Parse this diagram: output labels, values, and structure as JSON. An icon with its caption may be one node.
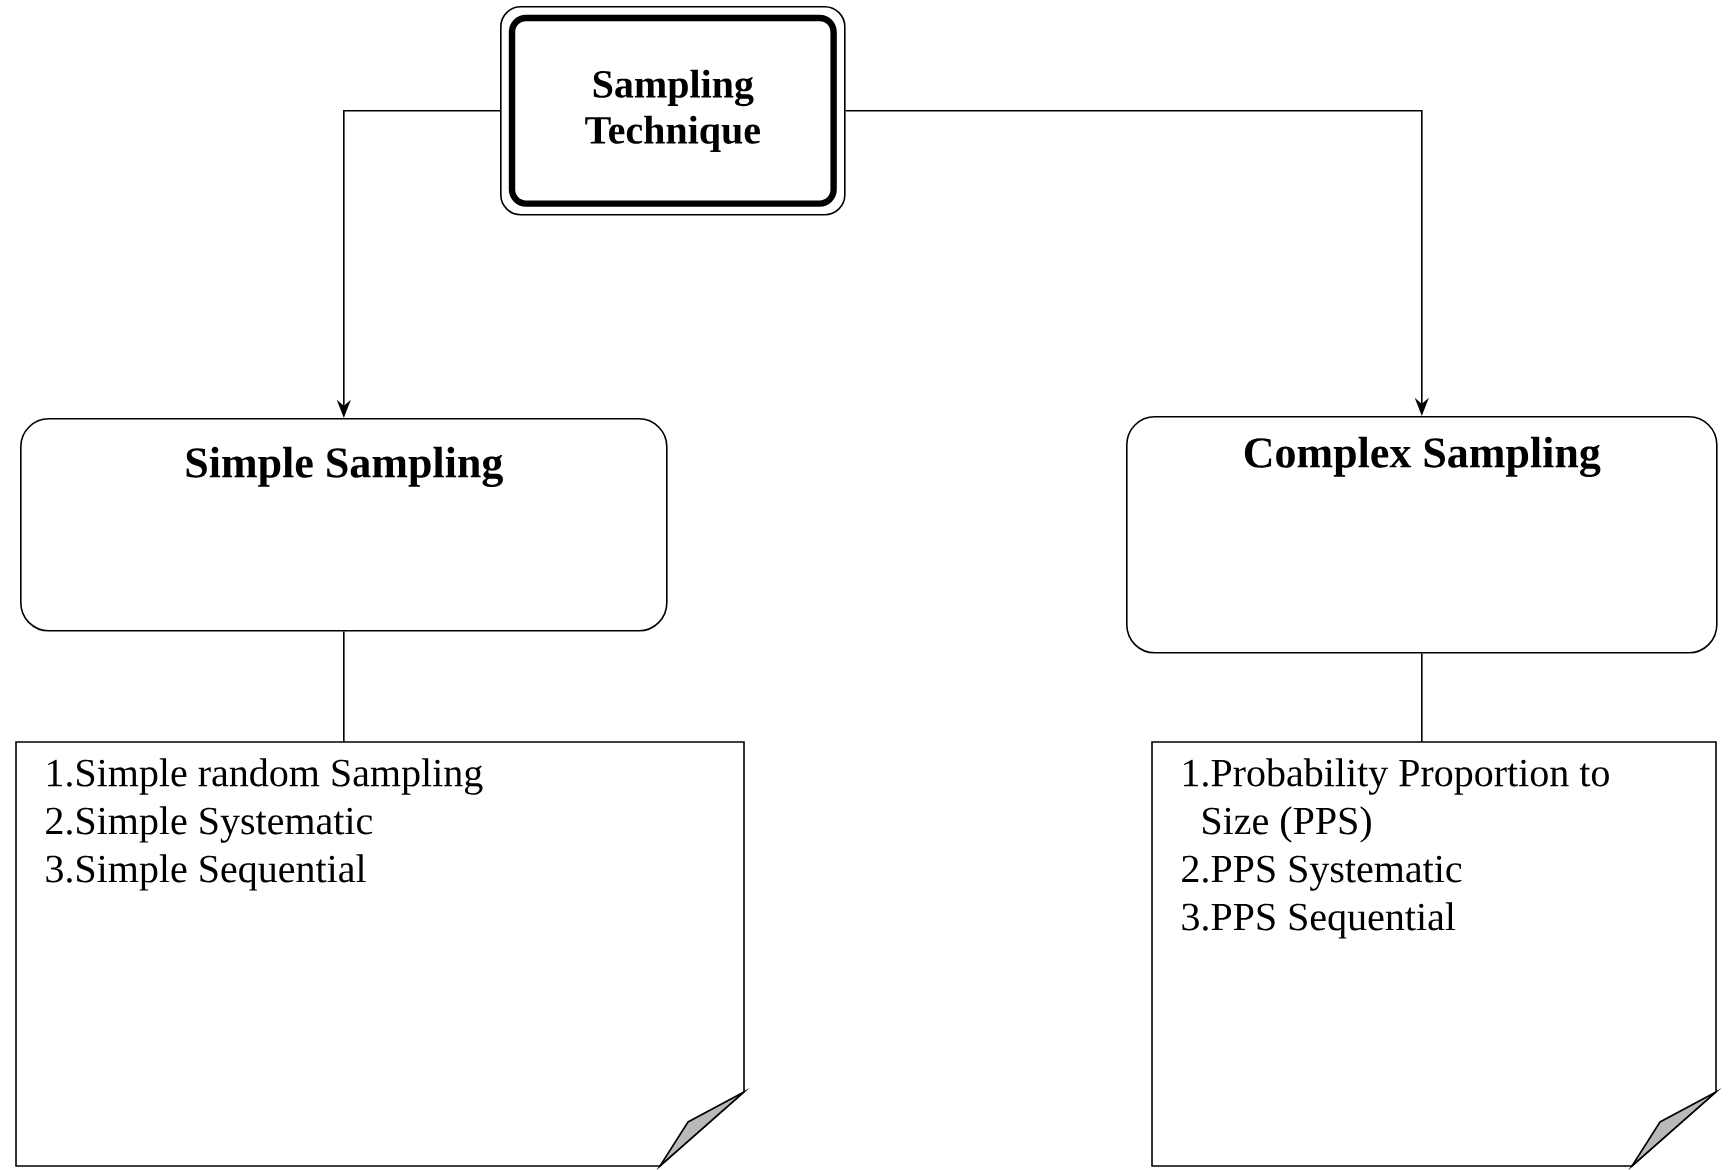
{
  "diagram": {
    "nodes": [
      {
        "text": [
          "Sampling Technique"
        ]
      },
      {
        "text": [
          "Simple Sampling"
        ]
      },
      {
        "text": [
          "Complex Sampling"
        ]
      },
      {
        "text": [
          "1.Simple random Sampling",
          "2.Simple Systematic",
          "3.Simple Sequential"
        ]
      },
      {
        "text": [
          "1.Probability Proportion to Size (PPS)",
          "2.PPS Systematic",
          "3.PPS Sequential"
        ]
      }
    ],
    "edges": [
      {
        "from": 0,
        "to": 1,
        "arrow": "to"
      },
      {
        "from": 0,
        "to": 2,
        "arrow": "to"
      },
      {
        "from": 1,
        "to": 3,
        "arrow": "none"
      },
      {
        "from": 2,
        "to": 4,
        "arrow": "none"
      }
    ]
  }
}
